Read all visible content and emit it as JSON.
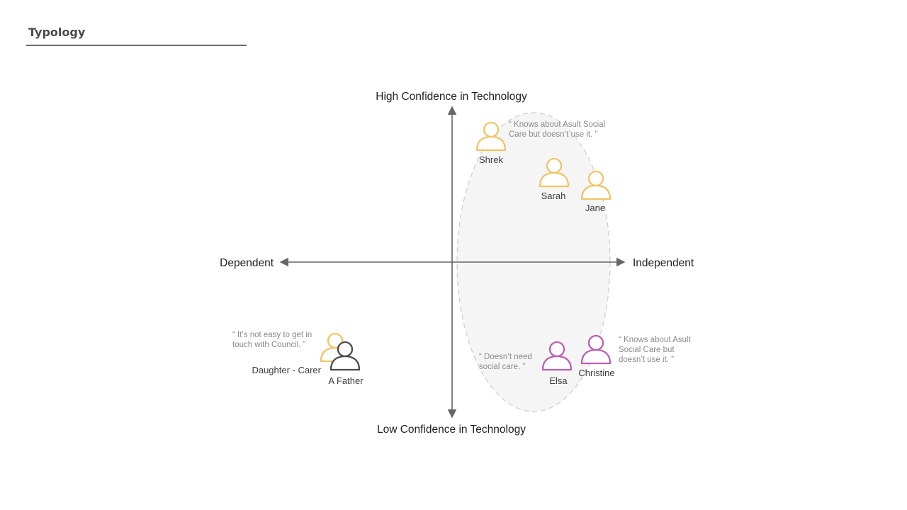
{
  "header": {
    "title": "Typology"
  },
  "axes": {
    "top": "High Confidence in Technology",
    "bottom": "Low Confidence in Technology",
    "left": "Dependent",
    "right": "Independent"
  },
  "colors": {
    "yellow": "#f0c465",
    "purple": "#b95fb0",
    "dark": "#4a4a4a",
    "axis": "#666666",
    "ellipse_fill": "#f5f5f5",
    "ellipse_stroke": "#cfcfcf"
  },
  "personas": [
    {
      "id": "shrek",
      "name": "Shrek",
      "color": "yellow"
    },
    {
      "id": "sarah",
      "name": "Sarah",
      "color": "yellow"
    },
    {
      "id": "jane",
      "name": "Jane",
      "color": "yellow"
    },
    {
      "id": "elsa",
      "name": "Elsa",
      "color": "purple"
    },
    {
      "id": "christine",
      "name": "Christine",
      "color": "purple"
    },
    {
      "id": "daughter-carer",
      "name": "Daughter - Carer",
      "color": "yellow"
    },
    {
      "id": "a-father",
      "name": "A Father",
      "color": "dark"
    }
  ],
  "quotes": {
    "shrek": [
      "“ Knows about Asult Social",
      "Care but doesn’t use it. ”"
    ],
    "christine": [
      "“ Knows about Asult",
      "Social Care but",
      "doesn’t use it. ”"
    ],
    "elsa": [
      "“ Doesn’t need",
      "social care. ”"
    ],
    "carer": [
      "“ It’s not easy to get in",
      "touch with Council. ”"
    ]
  }
}
